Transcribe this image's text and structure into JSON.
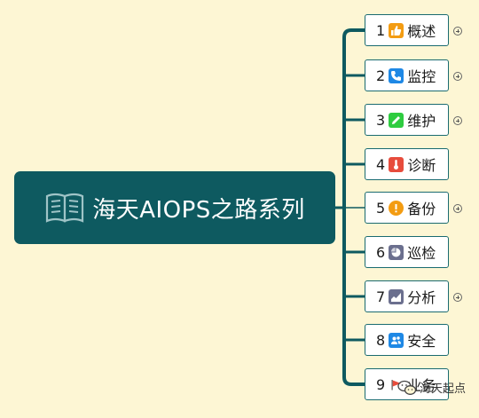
{
  "root": {
    "title": "海天AIOPS之路系列",
    "icon": "book-icon"
  },
  "children": [
    {
      "num": "1",
      "label": "概述",
      "icon": "thumbs-up-icon",
      "color": "#f39c12",
      "expandable": true
    },
    {
      "num": "2",
      "label": "监控",
      "icon": "phone-icon",
      "color": "#1e88e5",
      "expandable": true
    },
    {
      "num": "3",
      "label": "维护",
      "icon": "pencil-icon",
      "color": "#2ecc40",
      "expandable": true
    },
    {
      "num": "4",
      "label": "诊断",
      "icon": "thermometer-icon",
      "color": "#e74c3c",
      "expandable": false
    },
    {
      "num": "5",
      "label": "备份",
      "icon": "exclamation-icon",
      "color": "#f39c12",
      "expandable": true
    },
    {
      "num": "6",
      "label": "巡检",
      "icon": "pie-chart-icon",
      "color": "#6b6f8e",
      "expandable": false
    },
    {
      "num": "7",
      "label": "分析",
      "icon": "area-chart-icon",
      "color": "#6b6f8e",
      "expandable": true
    },
    {
      "num": "8",
      "label": "安全",
      "icon": "users-icon",
      "color": "#1e88e5",
      "expandable": false
    },
    {
      "num": "9",
      "label": "业务",
      "icon": "flag-icon",
      "color": "#e74c3c",
      "expandable": false
    }
  ],
  "watermark": {
    "text": "海天起点",
    "icon": "wechat-icon"
  },
  "colors": {
    "background": "#fdf6d4",
    "root": "#0e5a60",
    "connector": "#0e5a60"
  }
}
